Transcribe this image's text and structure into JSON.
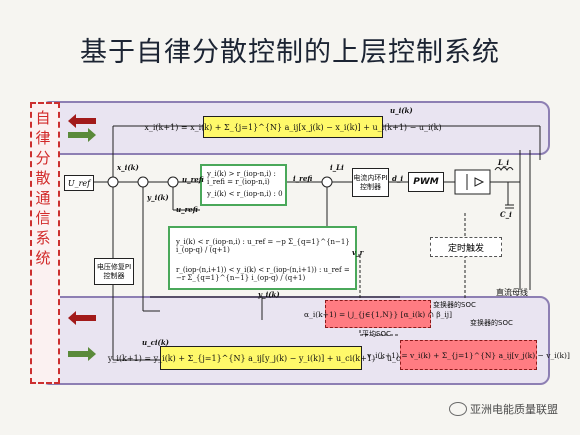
{
  "title": "基于自律分散控制的上层控制系统",
  "comm_label": "自律分散通信系统",
  "top_eq": "x_i(k+1) = x_i(k) + Σ_{j=1}^{N} a_ij[x_j(k) − x_i(k)] + u_i(k+1) − u_i(k)",
  "bot_eq": "y_i(k+1) = y_i(k) + Σ_{j=1}^{N} a_ij[y_j(k) − y_i(k)] + u_ci(k+1) − u_ci(k)",
  "green_top": [
    "y_i(k) > r_(iop-n,i) :  i_refi = r_(iop-n,i)",
    "y_i(k) < r_(iop-n,i) :  0"
  ],
  "green_bot": [
    "y_i(k) < r_(iop-n,i) :              u_ref = −p Σ_{q=1}^{n−1} i_(op-q) / (q+1)",
    "r_(iop-(n,i+1)) < y_i(k) < r_(iop-(n,i+1)) :   u_ref = −r Σ_{q=1}^{n−1} i_(op-q) / (q+1)"
  ],
  "red_top": "α_i(k+1) = ⋃_{j∈{1,N}} [α_i(k) ∩ β_ij]",
  "red_bot": "v_i(k+1) = v_i(k) + Σ_{j=1}^{N} a_ij[v_j(k) − v_i(k)]",
  "labels": {
    "udc": "U_ref",
    "ui": "u_i(k)",
    "uci": "u_ci(k)",
    "xi": "x_i(k)",
    "yi": "y_i(k)",
    "yi2": "y_i(k)",
    "urefi": "u_refi",
    "urefi2": "u_refi",
    "irefi": "i_refi",
    "ili": "i_Li",
    "di": "d_i",
    "li": "L_i",
    "ci": "C_i",
    "voltage_pi": "电压修复PI控制器",
    "current_pi": "电流内环PI控制器",
    "pwm": "PWM",
    "timer": "定时触发",
    "soc_conv_1": "变换器的SOC",
    "soc_conv_2": "变换器的SOC",
    "avg_soc": "平均SOC",
    "bus": "直流母线",
    "vr": "v_r"
  },
  "watermark": "亚洲电能质量联盟",
  "colors": {
    "panel": "#e9e4f1",
    "panel_border": "#8d7fb3",
    "yellow": "#fff96a",
    "red_box": "#ff7c82",
    "comm_red": "#d22a2a",
    "arrow_green": "#5a8a3a",
    "arrow_red": "#a21a1a"
  }
}
